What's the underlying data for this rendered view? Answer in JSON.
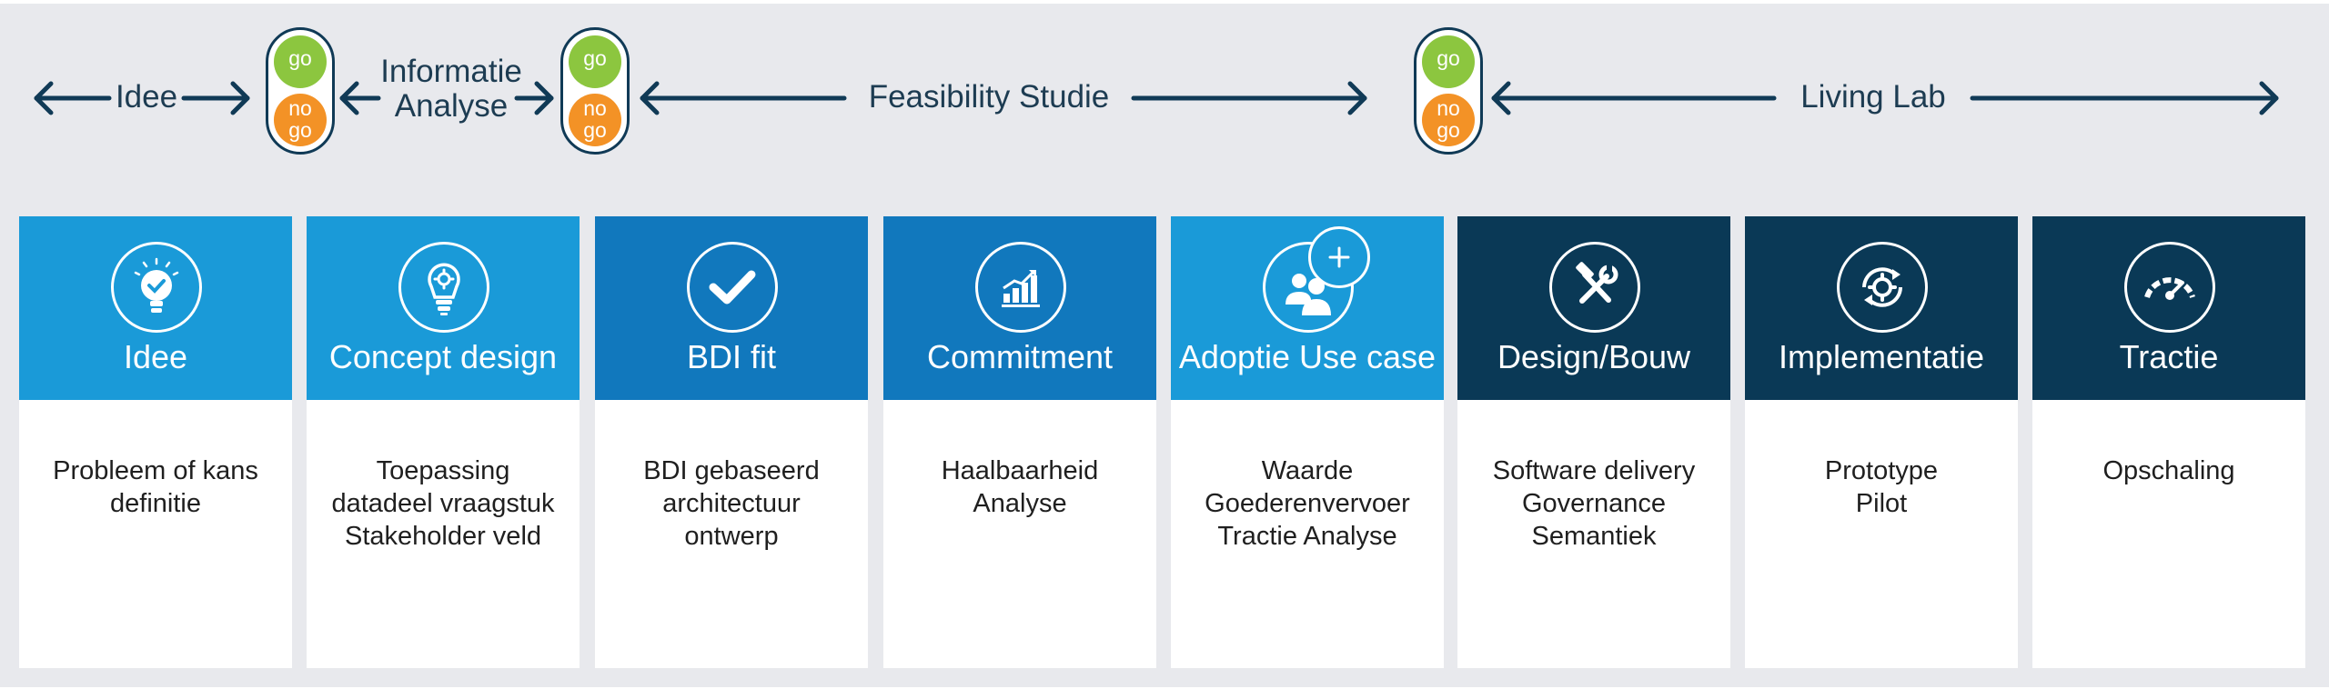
{
  "phases": {
    "idee": "Idee",
    "informatie_line1": "Informatie",
    "informatie_line2": "Analyse",
    "feasibility": "Feasibility Studie",
    "living_lab": "Living Lab"
  },
  "gates": [
    {
      "go": "go",
      "nogo_line1": "no",
      "nogo_line2": "go"
    },
    {
      "go": "go",
      "nogo_line1": "no",
      "nogo_line2": "go"
    },
    {
      "go": "go",
      "nogo_line1": "no",
      "nogo_line2": "go"
    }
  ],
  "colors": {
    "light_blue": "#1a9ad8",
    "mid_blue": "#1178bd",
    "dark_blue": "#0a3956",
    "go_green": "#8cc63f",
    "nogo_orange": "#f39226",
    "arrow": "#103a56"
  },
  "cards": [
    {
      "title": "Idee",
      "icon": "lightbulb-check-icon",
      "color": "#1a9ad8",
      "lines": [
        "Probleem of kans",
        "definitie"
      ]
    },
    {
      "title": "Concept design",
      "icon": "lightbulb-gear-icon",
      "color": "#1a9ad8",
      "lines": [
        "Toepassing",
        "datadeel vraagstuk",
        "Stakeholder veld"
      ]
    },
    {
      "title": "BDI fit",
      "icon": "checkmark-icon",
      "color": "#1178bd",
      "lines": [
        "BDI gebaseerd",
        "architectuur",
        "ontwerp"
      ]
    },
    {
      "title": "Commitment",
      "icon": "growth-chart-icon",
      "color": "#1178bd",
      "lines": [
        "Haalbaarheid",
        "Analyse"
      ]
    },
    {
      "title": "Adoptie Use case",
      "icon": "users-add-icon",
      "color": "#1a9ad8",
      "lines": [
        "Waarde",
        "Goederenvervoer",
        "Tractie Analyse"
      ]
    },
    {
      "title": "Design/Bouw",
      "icon": "hammer-wrench-icon",
      "color": "#0a3956",
      "lines": [
        "Software delivery",
        "Governance",
        "Semantiek"
      ]
    },
    {
      "title": "Implementatie",
      "icon": "gear-cycle-icon",
      "color": "#0a3956",
      "lines": [
        "Prototype",
        "Pilot"
      ]
    },
    {
      "title": "Tractie",
      "icon": "speedometer-icon",
      "color": "#0a3956",
      "lines": [
        "Opschaling"
      ]
    }
  ]
}
